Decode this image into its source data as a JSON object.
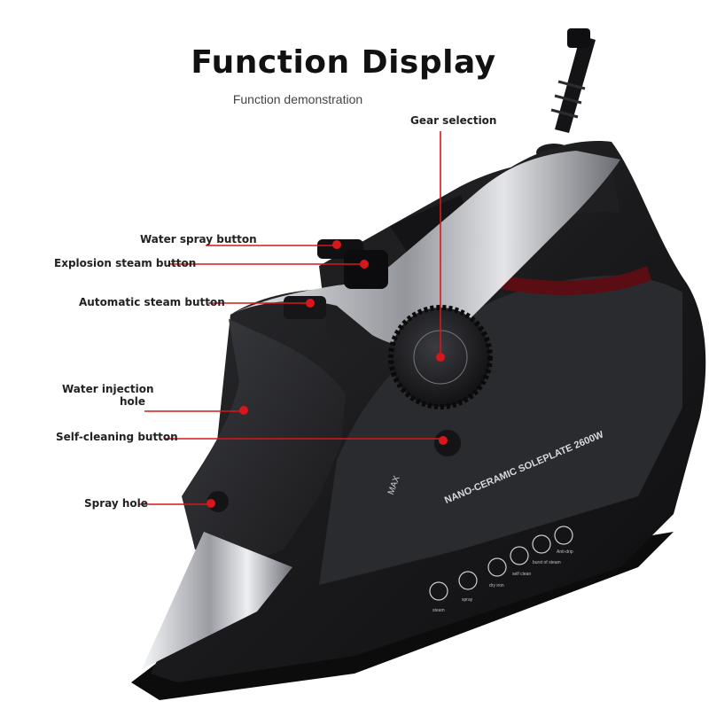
{
  "header": {
    "title": "Function Display",
    "subtitle": "Function demonstration"
  },
  "callouts": {
    "gear_selection": "Gear selection",
    "water_spray_button": "Water spray button",
    "explosion_steam_button": "Explosion steam button",
    "automatic_steam_button": "Automatic steam button",
    "water_injection_hole_line1": "Water injection",
    "water_injection_hole_line2": "hole",
    "self_cleaning_button": "Self-cleaning button",
    "spray_hole": "Spray hole"
  },
  "product": {
    "soleplate_text": "NANO-CERAMIC SOLEPLATE 2600W",
    "max_mark": "MAX",
    "mode_labels": [
      "steam",
      "spray",
      "dry iron",
      "self clean",
      "burst of steam",
      "Anti-drip"
    ]
  },
  "colors": {
    "callout_line": "#d8161b",
    "body": "#1c1c1e",
    "accent_red": "#5a0d12",
    "chrome": "#d9dbe0"
  }
}
